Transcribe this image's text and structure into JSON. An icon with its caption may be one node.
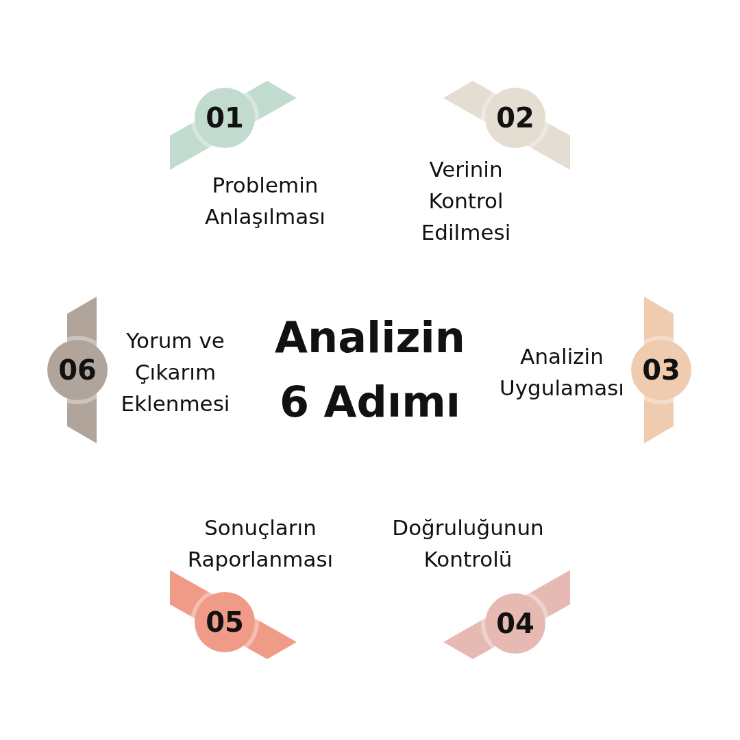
{
  "diagram": {
    "title": "Analizin 6 Adımı",
    "nodes": [
      {
        "text": [
          "01"
        ],
        "beside": [
          "Problemin Anlaşılması"
        ]
      },
      {
        "text": [
          "02"
        ],
        "beside": [
          "Verinin Kontrol Edilmesi"
        ]
      },
      {
        "text": [
          "03"
        ],
        "beside": [
          "Analizin Uygulaması"
        ]
      },
      {
        "text": [
          "04"
        ],
        "beside": [
          "Doğruluğunun Kontrolü"
        ]
      },
      {
        "text": [
          "05"
        ],
        "beside": [
          "Sonuçların Raporlanması"
        ]
      },
      {
        "text": [
          "06"
        ],
        "beside": [
          "Yorum ve Çıkarım Eklenmesi"
        ]
      }
    ]
  }
}
